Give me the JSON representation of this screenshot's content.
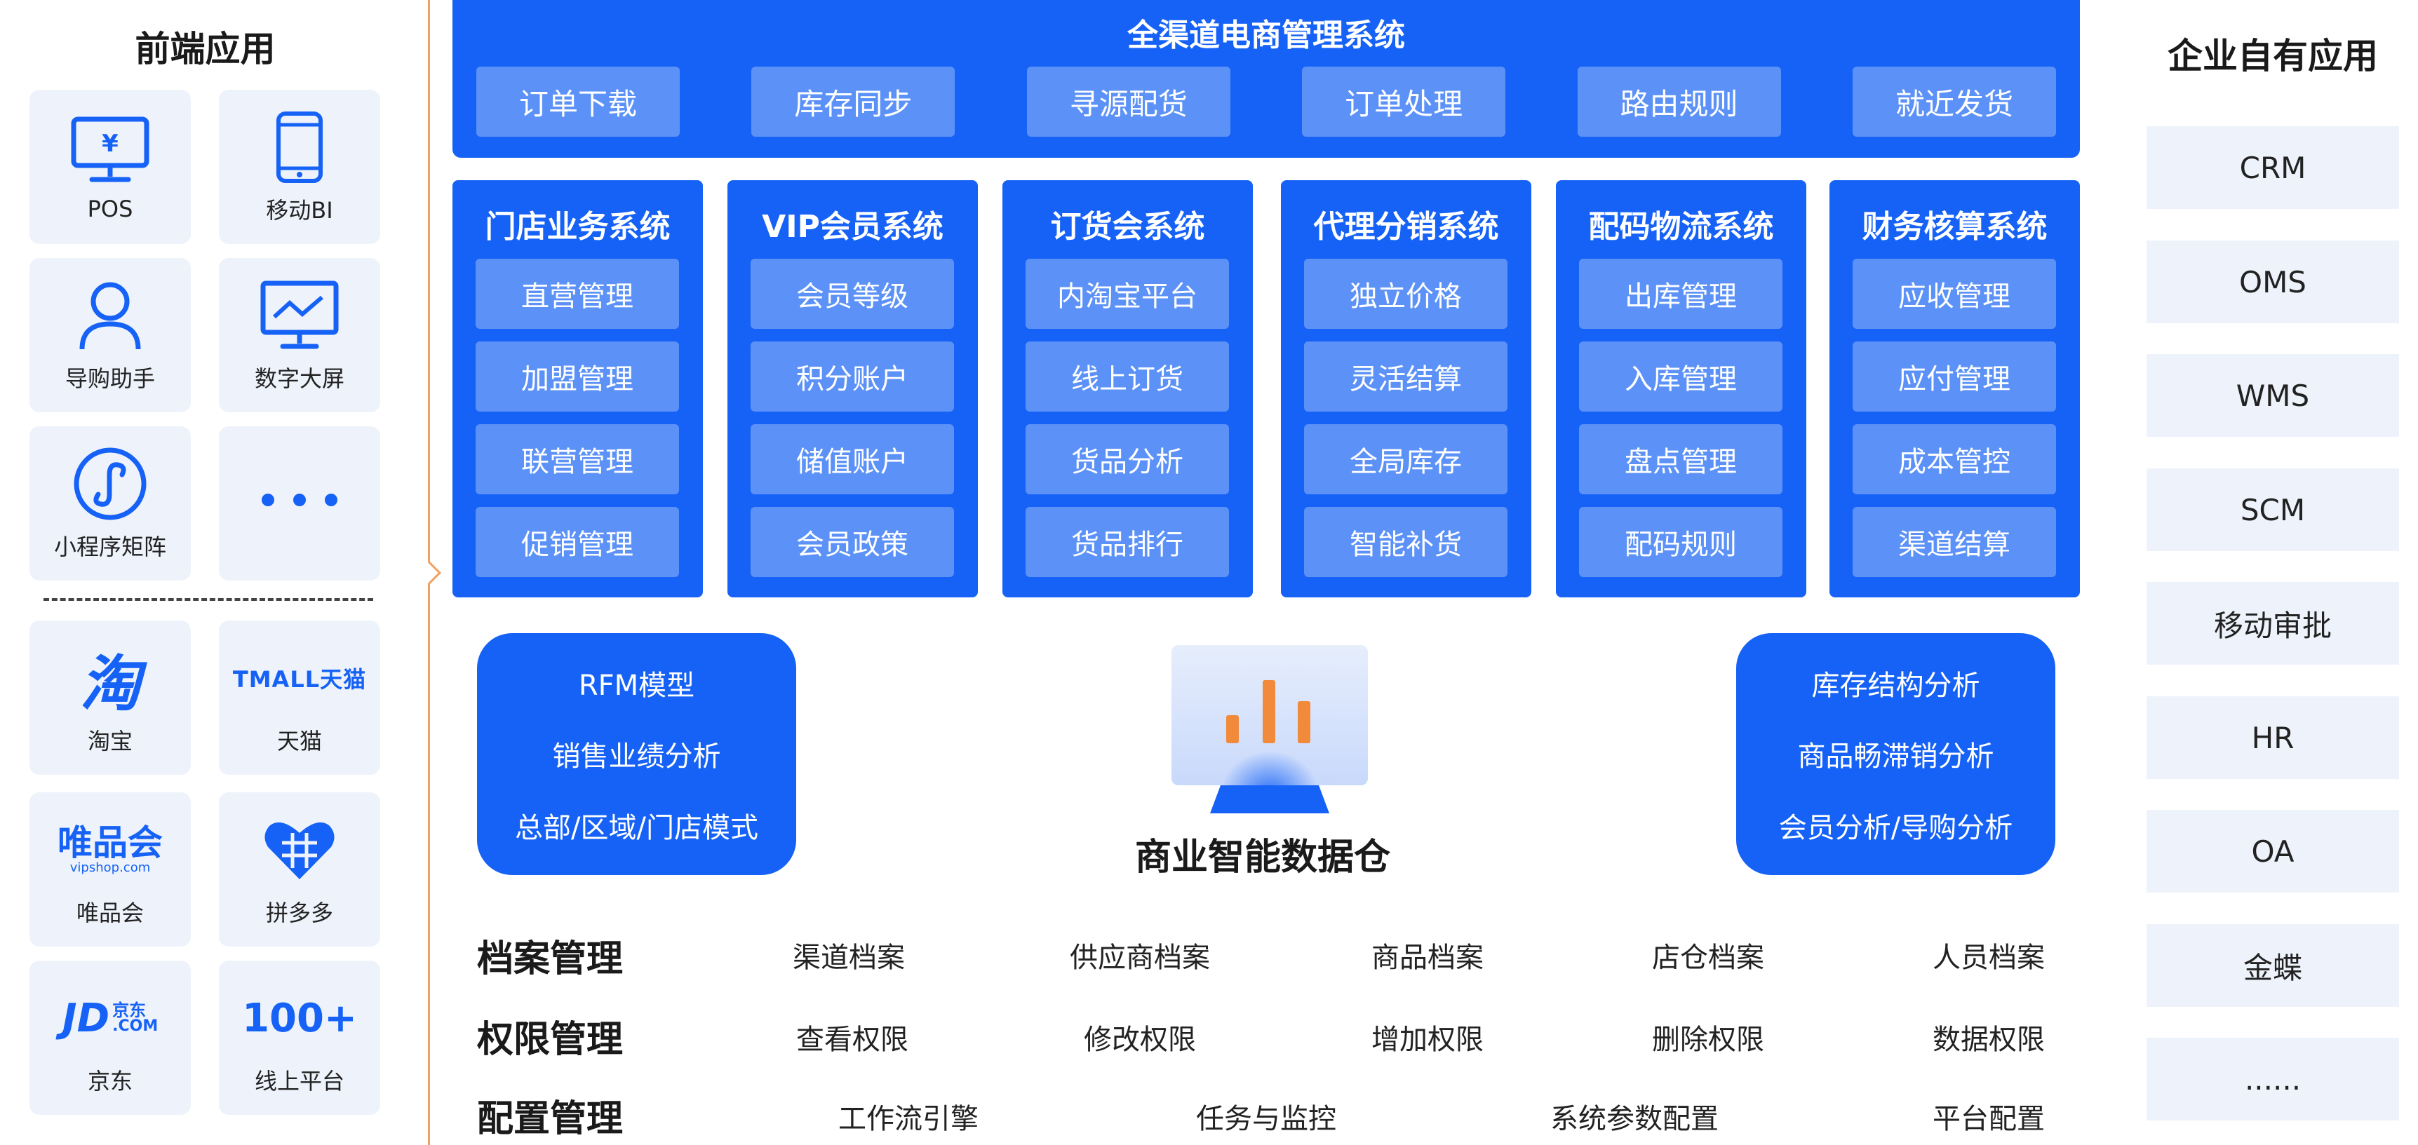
{
  "left": {
    "title": "前端应用",
    "tiles": [
      {
        "label": "POS",
        "icon": "pos-monitor-icon"
      },
      {
        "label": "移动BI",
        "icon": "mobile-phone-icon"
      },
      {
        "label": "导购助手",
        "icon": "user-icon"
      },
      {
        "label": "数字大屏",
        "icon": "big-screen-chart-icon"
      },
      {
        "label": "小程序矩阵",
        "icon": "mini-program-icon"
      },
      {
        "label": "",
        "icon": "more-dots-icon"
      },
      {
        "label": "淘宝",
        "icon": "taobao-logo-icon"
      },
      {
        "label": "天猫",
        "icon": "tmall-logo-icon"
      },
      {
        "label": "唯品会",
        "icon": "vipshop-logo-icon"
      },
      {
        "label": "拼多多",
        "icon": "pinduoduo-logo-icon"
      },
      {
        "label": "京东",
        "icon": "jd-logo-icon"
      },
      {
        "label": "线上平台",
        "icon": "hundred-plus-icon"
      }
    ],
    "logos": {
      "taobao": "淘",
      "tmall": "TMALL天猫",
      "vip_main": "唯品会",
      "vip_sub": "vipshop.com",
      "jd_main": "JD",
      "jd_top": "京东",
      "jd_bottom": ".COM",
      "hundred": "100+"
    }
  },
  "topbar": {
    "title": "全渠道电商管理系统",
    "items": [
      "订单下载",
      "库存同步",
      "寻源配货",
      "订单处理",
      "路由规则",
      "就近发货"
    ]
  },
  "modules": [
    {
      "title": "门店业务系统",
      "items": [
        "直营管理",
        "加盟管理",
        "联营管理",
        "促销管理"
      ]
    },
    {
      "title": "VIP会员系统",
      "items": [
        "会员等级",
        "积分账户",
        "储值账户",
        "会员政策"
      ]
    },
    {
      "title": "订货会系统",
      "items": [
        "内淘宝平台",
        "线上订货",
        "货品分析",
        "货品排行"
      ]
    },
    {
      "title": "代理分销系统",
      "items": [
        "独立价格",
        "灵活结算",
        "全局库存",
        "智能补货"
      ]
    },
    {
      "title": "配码物流系统",
      "items": [
        "出库管理",
        "入库管理",
        "盘点管理",
        "配码规则"
      ]
    },
    {
      "title": "财务核算系统",
      "items": [
        "应收管理",
        "应付管理",
        "成本管控",
        "渠道结算"
      ]
    }
  ],
  "analysis_left": [
    "RFM模型",
    "销售业绩分析",
    "总部/区域/门店模式"
  ],
  "analysis_right": [
    "库存结构分析",
    "商品畅滞销分析",
    "会员分析/导购分析"
  ],
  "data_warehouse": {
    "label": "商业智能数据仓"
  },
  "management": [
    {
      "title": "档案管理",
      "items": [
        "渠道档案",
        "供应商档案",
        "商品档案",
        "店仓档案",
        "人员档案"
      ]
    },
    {
      "title": "权限管理",
      "items": [
        "查看权限",
        "修改权限",
        "增加权限",
        "删除权限",
        "数据权限"
      ]
    },
    {
      "title": "配置管理",
      "items": [
        "工作流引擎",
        "任务与监控",
        "系统参数配置",
        "平台配置"
      ]
    }
  ],
  "right": {
    "title": "企业自有应用",
    "items": [
      "CRM",
      "OMS",
      "WMS",
      "SCM",
      "移动审批",
      "HR",
      "OA",
      "金蝶",
      "......"
    ]
  },
  "colors": {
    "primary": "#1662f6",
    "chip": "#5c92f7",
    "tile_bg": "#eef3fb",
    "accent": "#f0a060"
  }
}
